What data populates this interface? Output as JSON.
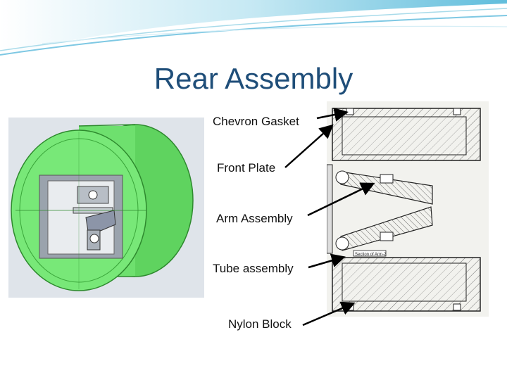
{
  "slide": {
    "title": "Rear Assembly"
  },
  "callouts": [
    {
      "label": "Chevron Gasket"
    },
    {
      "label": "Front Plate"
    },
    {
      "label": "Arm Assembly"
    },
    {
      "label": "Tube assembly"
    },
    {
      "label": "Nylon Block"
    }
  ],
  "section_view": {
    "caption": "Section of Arm-2"
  },
  "colors": {
    "title": "#1f4e79",
    "header_accent": "#7ec8e3",
    "cad_green": "#6ee06e",
    "arrow": "#000000"
  },
  "icons": [
    "header-swoosh-graphic",
    "cad-render-image",
    "section-drawing-image"
  ]
}
